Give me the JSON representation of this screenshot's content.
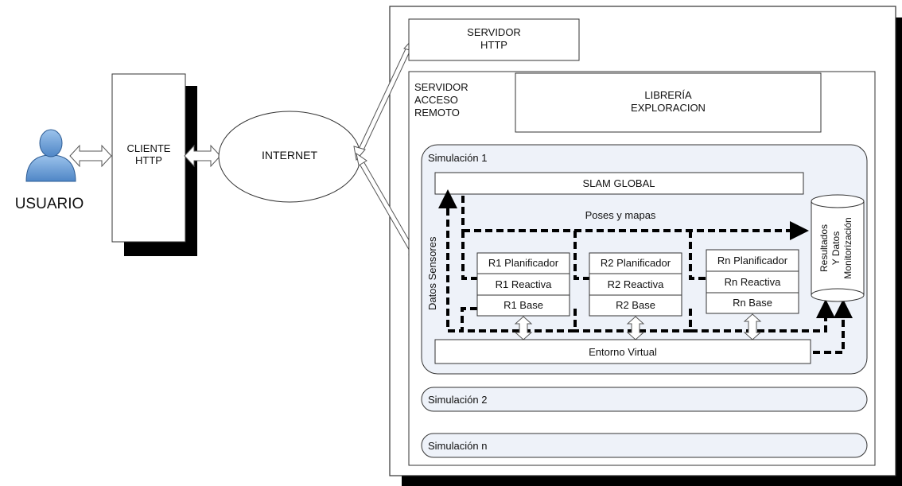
{
  "user": {
    "label": "USUARIO"
  },
  "client": {
    "line1": "CLIENTE",
    "line2": "HTTP"
  },
  "internet": {
    "label": "INTERNET"
  },
  "http_server": {
    "line1": "SERVIDOR",
    "line2": "HTTP"
  },
  "remote_server": {
    "line1": "SERVIDOR",
    "line2": "ACCESO",
    "line3": "REMOTO"
  },
  "library": {
    "line1": "LIBRERÍA",
    "line2": "EXPLORACION"
  },
  "simulation1": {
    "title": "Simulación 1",
    "slam": "SLAM GLOBAL",
    "poses_label": "Poses y mapas",
    "sensors_label": "Datos Sensores",
    "results": {
      "line1": "Resultados",
      "line2": "Y Datos",
      "line3": "Monitorización"
    },
    "environment": "Entorno Virtual",
    "robots": [
      {
        "planner": "R1 Planificador",
        "reactive": "R1 Reactiva",
        "base": "R1 Base"
      },
      {
        "planner": "R2 Planificador",
        "reactive": "R2 Reactiva",
        "base": "R2 Base"
      },
      {
        "planner": "Rn Planificador",
        "reactive": "Rn Reactiva",
        "base": "Rn Base"
      }
    ]
  },
  "simulation2": {
    "title": "Simulación 2"
  },
  "simulationn": {
    "title": "Simulación n"
  }
}
